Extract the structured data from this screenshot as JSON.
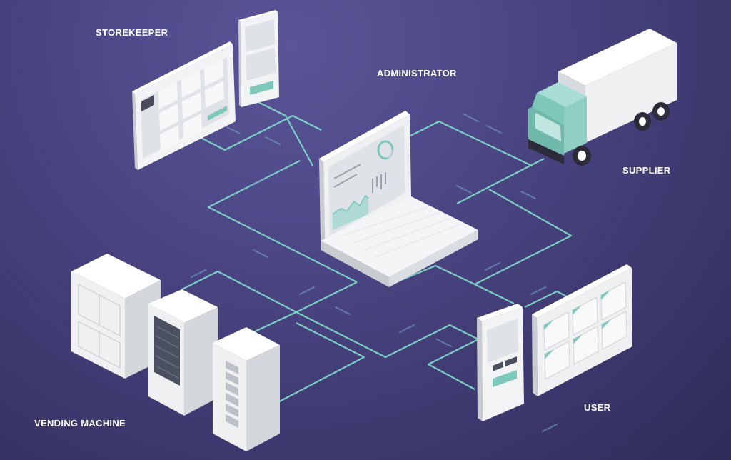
{
  "labels": {
    "storekeeper": "STOREKEEPER",
    "administrator": "ADMINISTRATOR",
    "supplier": "SUPPLIER",
    "vending_machine": "VENDING MACHINE",
    "user": "USER"
  },
  "colors": {
    "background": "#45417b",
    "connector": "#7fd6c8",
    "accent_teal": "#7ec8bb",
    "device_light": "#eef0f2",
    "device_shade": "#c9ccd1"
  },
  "icons": {
    "storekeeper": "tablet-and-phone-icon",
    "administrator": "laptop-dashboard-icon",
    "supplier": "delivery-truck-icon",
    "vending_machine": "vending-machines-icon",
    "user": "kiosk-and-locker-icon"
  }
}
